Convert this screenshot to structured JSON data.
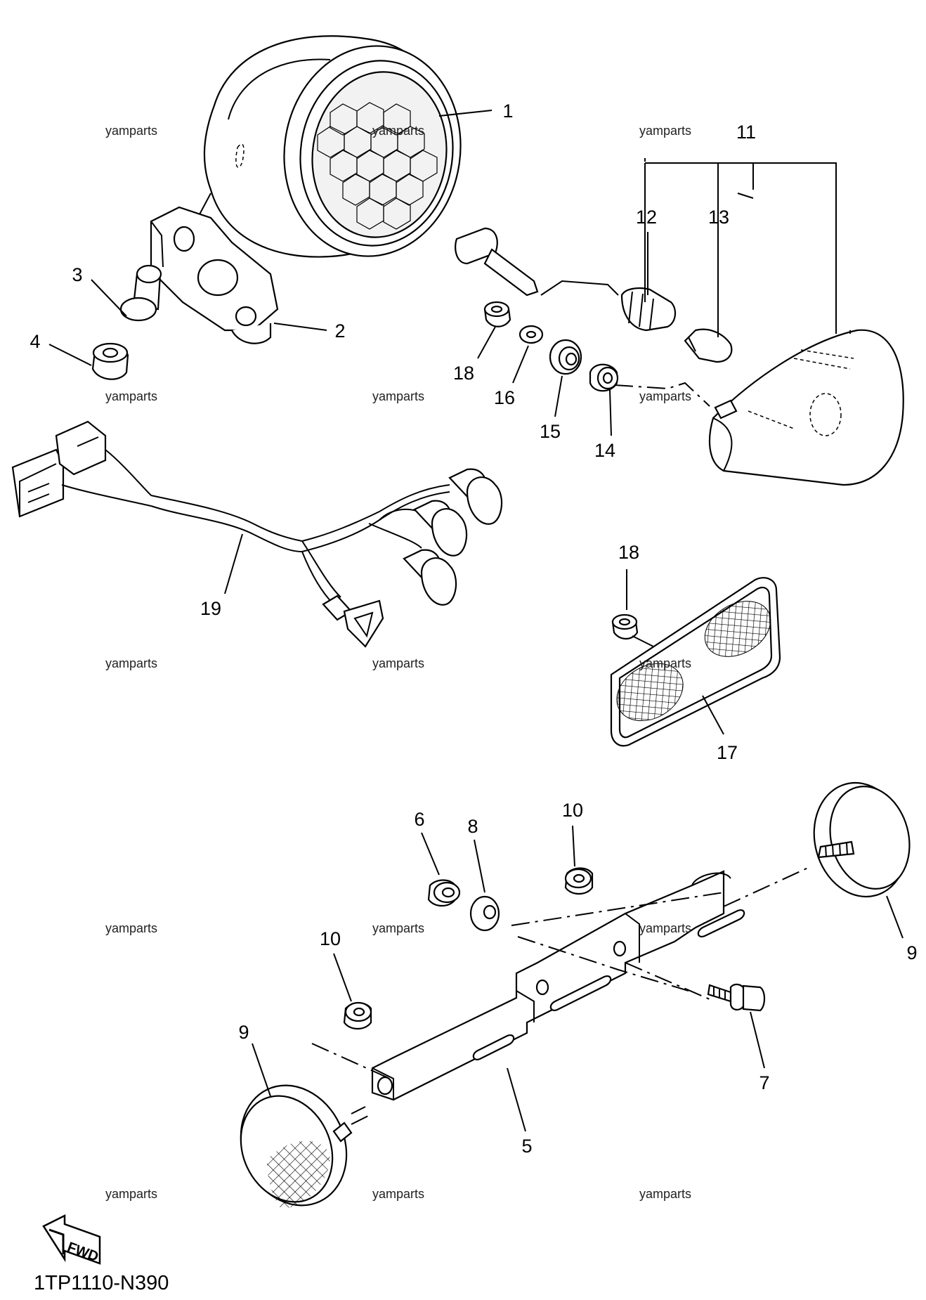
{
  "diagram": {
    "part_numbers": {
      "p1": "1",
      "p2": "2",
      "p3": "3",
      "p4": "4",
      "p5": "5",
      "p6": "6",
      "p7": "7",
      "p8": "8",
      "p9a": "9",
      "p9b": "9",
      "p10a": "10",
      "p10b": "10",
      "p11": "11",
      "p12": "12",
      "p13": "13",
      "p14": "14",
      "p15": "15",
      "p16": "16",
      "p17": "17",
      "p18a": "18",
      "p18b": "18",
      "p19": "19"
    },
    "watermark": "yamparts",
    "fwd_label": "FWD",
    "diagram_code": "1TP1110-N390"
  }
}
